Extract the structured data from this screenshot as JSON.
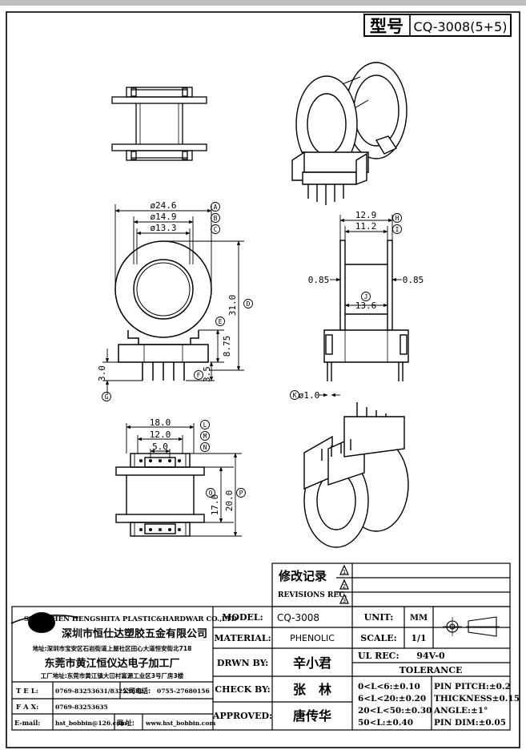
{
  "header": {
    "model_label": "型号",
    "model_value": "CQ-3008(5+5)"
  },
  "dimensions": {
    "A": "ø24.6",
    "B": "ø14.9",
    "C": "ø13.3",
    "D": "31.0",
    "E": "8.75",
    "F": "3.5",
    "G": "3.0",
    "H": "12.9",
    "I": "11.2",
    "J": "13.6",
    "K": "ø1.0",
    "L": "18.0",
    "M": "12.0",
    "N": "5.0",
    "O": "17.0",
    "P": "20.0",
    "wall_left": "0.85",
    "wall_right": "0.85"
  },
  "callouts": [
    "A",
    "B",
    "C",
    "D",
    "E",
    "F",
    "G",
    "H",
    "I",
    "J",
    "K",
    "L",
    "M",
    "N",
    "O",
    "P"
  ],
  "revisions": {
    "title_cn": "修改记录",
    "title_en": "REVISIONS REC.",
    "marks": [
      "1",
      "2",
      "3"
    ]
  },
  "company": {
    "name_en": "SHENZHEN HENGSHITA PLASTIC&HARDWAR CO.,LTD",
    "name_cn": "深圳市恒仕达塑胶五金有限公司",
    "address1": "地址:深圳市宝安区石岩街道上屋社区田心大道恒安街北718",
    "factory_cn": "东莞市黄江恒仪达电子加工厂",
    "address2": "工厂地址:东莞市黄江镇大冚村富源工业区3号厂房3楼",
    "tel_label": "T E L:",
    "tel_value": "0769-83253631/83253632",
    "company_phone_label": "公司电话:",
    "company_phone_value": "0755-27680156",
    "fax_label": "F A X:",
    "fax_value": "0769-83253635",
    "email_label": "E-mail:",
    "email_value": "hst_bobbin@126.com",
    "web_label": "网 址:",
    "web_value": "www.hst_bobbin.com"
  },
  "titleblock": {
    "model_label": "MODEL:",
    "model_value": "CQ-3008",
    "material_label": "MATERIAL:",
    "material_value": "PHENOLIC",
    "drawn_label": "DRWN BY:",
    "drawn_value": "辛小君",
    "check_label": "CHECK BY:",
    "check_value": "张　林",
    "approved_label": "APPROVED:",
    "approved_value": "唐传华",
    "unit_label": "UNIT:",
    "unit_value": "MM",
    "scale_label": "SCALE:",
    "scale_value": "1/1",
    "ul_label": "UL REC:",
    "ul_value": "94V-0",
    "tolerance_title": "TOLERANCE",
    "tol_left": [
      "0<L<6:±0.10",
      "6<L<20:±0.20",
      "20<L<50:±0.30",
      "50<L:±0.40"
    ],
    "tol_right": [
      "PIN PITCH:±0.2",
      "THICKNESS±0.15",
      "ANGLE:±1°",
      "PIN DIM:±0.05"
    ]
  }
}
